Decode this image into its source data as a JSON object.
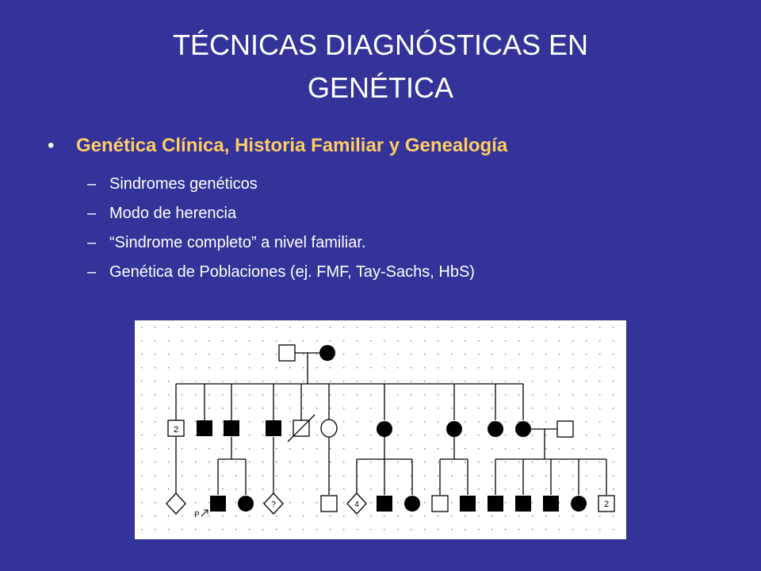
{
  "slide": {
    "title_line1": "TÉCNICAS DIAGNÓSTICAS EN",
    "title_line2": "GENÉTICA",
    "colors": {
      "background": "#333399",
      "heading": "#FFCC66",
      "text": "#FFFFFF"
    }
  },
  "bullets": {
    "main": "Genética Clínica, Historia Familiar y Genealogía",
    "subs": [
      "Sindromes genéticos",
      "Modo de herencia",
      "“Sindrome completo” a nivel familiar.",
      "Genética de Poblaciones (ej. FMF, Tay-Sachs, HbS)"
    ]
  },
  "pedigree": {
    "labels": {
      "gen2_count": "2",
      "unknown_q": "?",
      "gen3_count4": "4",
      "gen3_count2": "2",
      "proband": "P"
    }
  }
}
